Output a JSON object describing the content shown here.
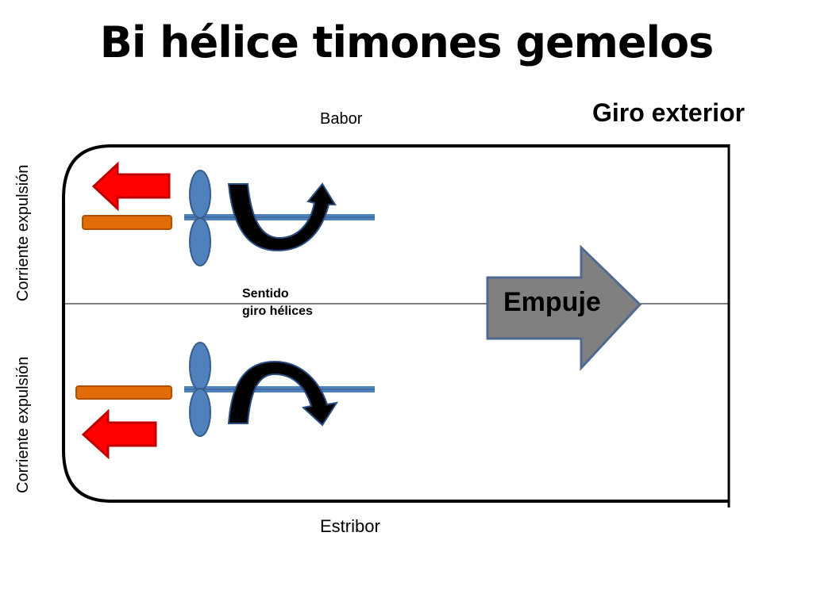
{
  "title": "Bi hélice timones gemelos",
  "subtitle": "Giro exterior",
  "port_label": "Babor",
  "starboard_label": "Estribor",
  "thrust_label": "Empuje",
  "rotation_label_line1": "Sentido",
  "rotation_label_line2": "giro hélices",
  "outflow_label_top": "Corriente expulsión",
  "outflow_label_bottom": "Corriente expulsión",
  "colors": {
    "outflow_arrow": "#ff0000",
    "rudder": "#e36c0a",
    "propeller": "#4f81bd",
    "propeller_outline": "#385d8a",
    "thrust_arrow": "#808080",
    "rotation_arrow": "#000000"
  }
}
